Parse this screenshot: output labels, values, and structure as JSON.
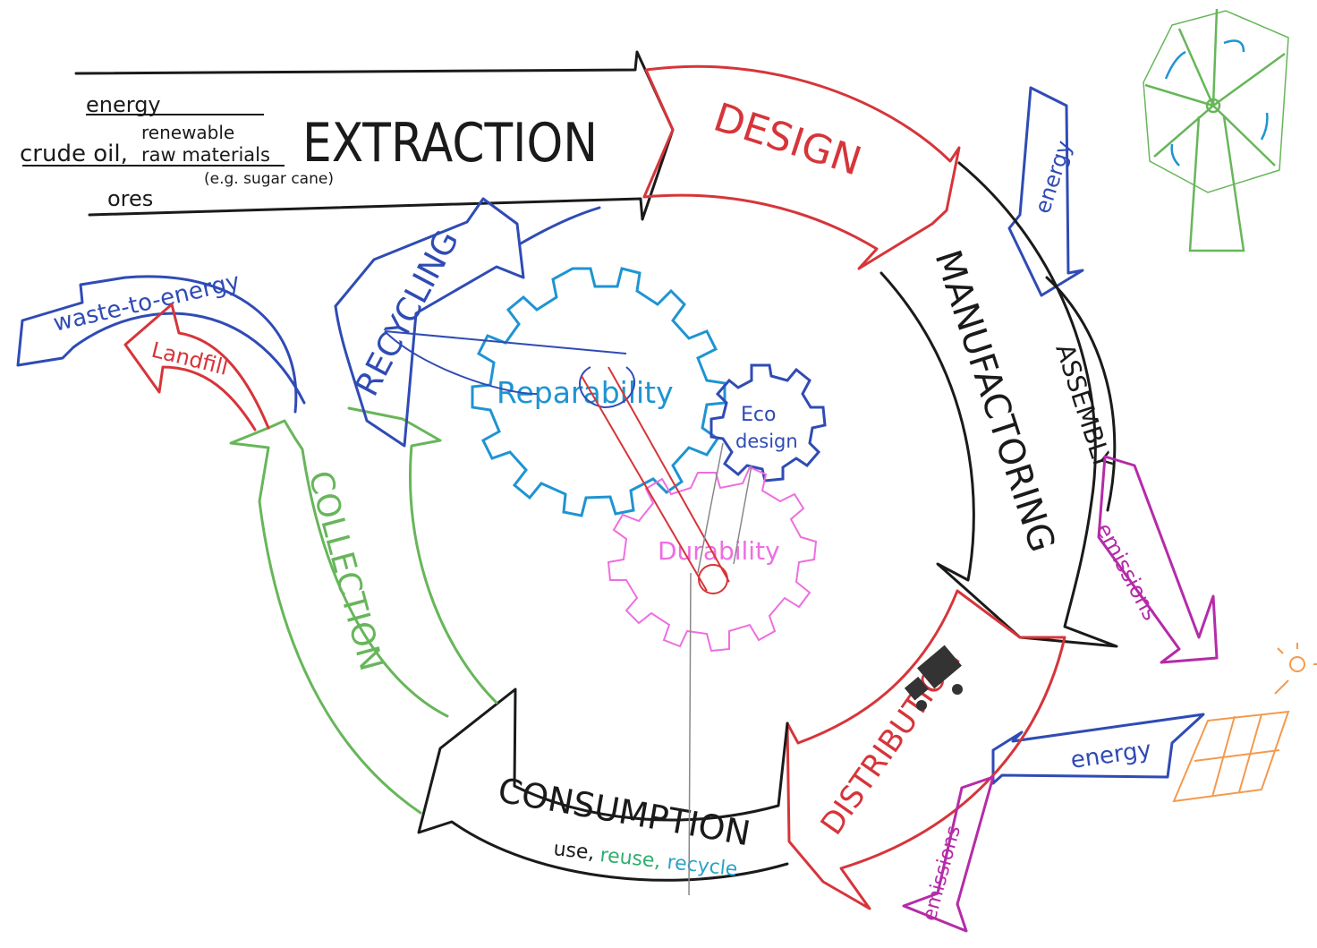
{
  "labels": {
    "extraction": "EXTRACTION",
    "design": "DESIGN",
    "manufacturing": "MANUFACTORING",
    "assembly": "ASSEMBLY",
    "distribution": "DISTRIBUTION",
    "consumption": "CONSUMPTION",
    "consumption_sub_use": "use,",
    "consumption_sub_reuse": "reuse,",
    "consumption_sub_recycle": "recycle",
    "collection": "COLLECTION",
    "recycling": "RECYCLING",
    "waste_to_energy": "waste-to-energy",
    "landfill": "Landfill",
    "energy_top": "energy",
    "energy_right": "energy",
    "emissions_right": "emissions",
    "emissions_bottom": "emissions"
  },
  "inputs": {
    "energy": "energy",
    "renewable": "renewable",
    "crude_oil": "crude oil,",
    "raw_materials": "raw materials",
    "example": "(e.g. sugar cane)",
    "ores": "ores"
  },
  "gears": {
    "reparability": "Reparability",
    "eco": "Eco",
    "design": "design",
    "durability": "Durability"
  },
  "colors": {
    "design": "#d6353a",
    "recycling": "#2f4bb5",
    "manufacturing": "#1a1a1a",
    "collection": "#67b65a",
    "reparability": "#1e94d3",
    "durability": "#ee6ee0",
    "emissions": "#b52ba8",
    "solar": "#f39a4e"
  },
  "icons": [
    "wind-turbine-icon",
    "solar-panel-icon",
    "truck-icon",
    "gear-icon"
  ]
}
